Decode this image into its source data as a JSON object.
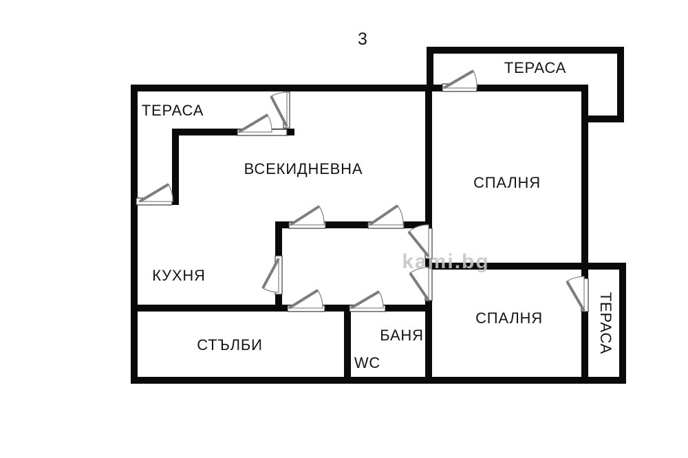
{
  "page": {
    "floor_label": "3",
    "watermark": "kami.bg"
  },
  "rooms": {
    "terrace_top_left": "ТЕРАСА",
    "terrace_top_right": "ТЕРАСА",
    "living_room": "ВСЕКИДНЕВНА",
    "bedroom_1": "СПАЛНЯ",
    "kitchen": "КУХНЯ",
    "stairs": "СТЪЛБИ",
    "bathroom": "БАНЯ",
    "wc": "WC",
    "bedroom_2": "СПАЛНЯ",
    "terrace_right": "ТЕРАСА"
  },
  "colors": {
    "wall": "#0a0a0a",
    "door_leaf": "#7d7d7d",
    "background": "#ffffff",
    "label": "#151515",
    "watermark": "#c6c6c6"
  }
}
